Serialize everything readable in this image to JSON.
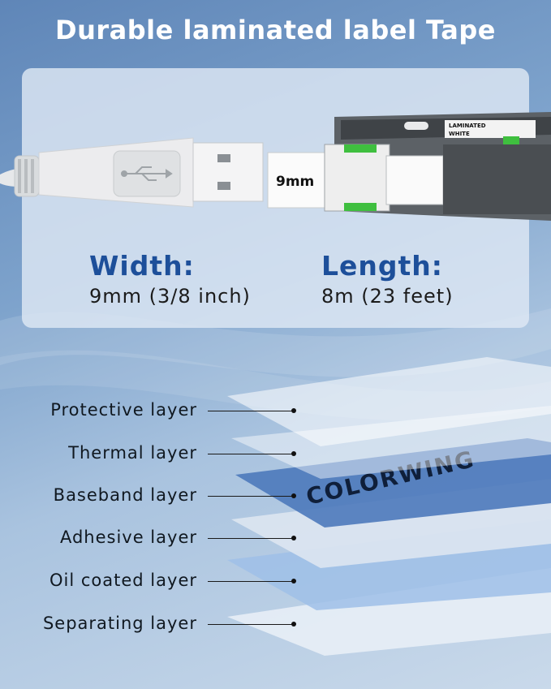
{
  "headline": "Durable laminated label Tape",
  "illustration": {
    "usb_icon": "usb-icon",
    "tape_text": "9mm",
    "cassette_text_1": "LAMINATED",
    "cassette_text_2": "WHITE"
  },
  "specs": {
    "width": {
      "label": "Width:",
      "value": "9mm (3/8 inch)"
    },
    "length": {
      "label": "Length:",
      "value": "8m (23 feet)"
    }
  },
  "layers": [
    {
      "label": "Protective layer"
    },
    {
      "label": "Thermal layer"
    },
    {
      "label": "Baseband layer"
    },
    {
      "label": "Adhesive layer"
    },
    {
      "label": "Oil coated layer"
    },
    {
      "label": "Separating layer"
    }
  ],
  "baseband_print": "COLORWING",
  "colors": {
    "heading": "#ffffff",
    "spec_label": "#1d4f9a",
    "text": "#1b1b1b"
  }
}
